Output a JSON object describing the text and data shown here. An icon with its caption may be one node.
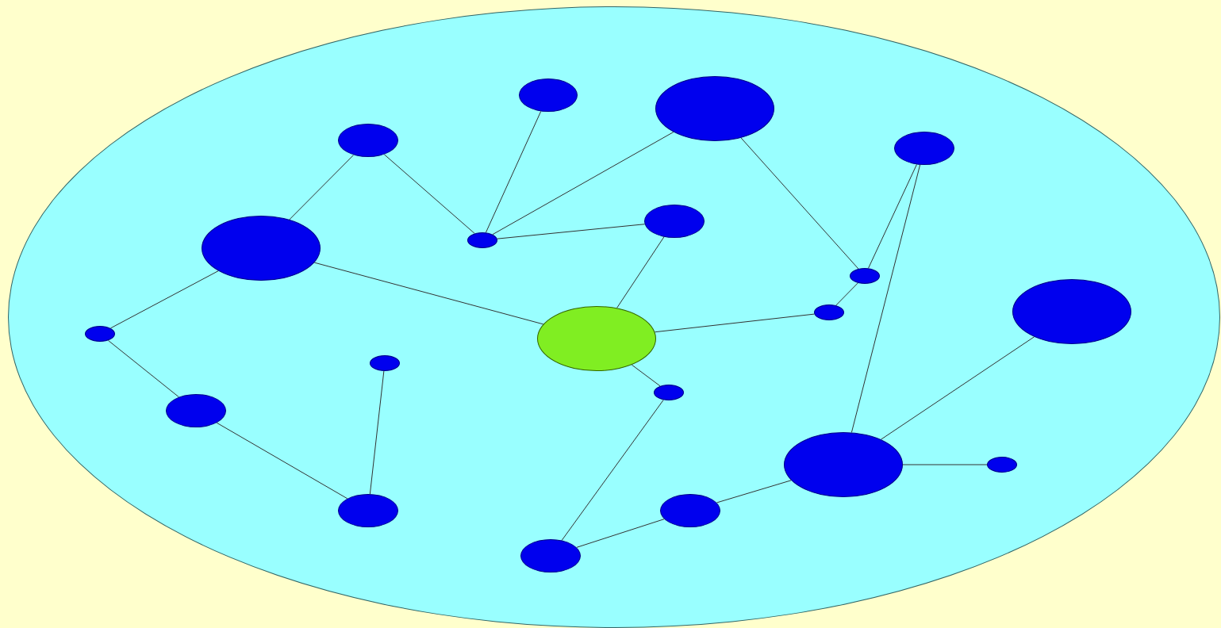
{
  "diagram": {
    "nodes": [
      {
        "text": [],
        "shape": "ellipse"
      },
      {
        "text": [],
        "shape": "ellipse",
        "in": 0
      },
      {
        "text": [],
        "shape": "ellipse",
        "in": 0
      },
      {
        "text": [],
        "shape": "ellipse",
        "in": 0
      },
      {
        "text": [],
        "shape": "ellipse",
        "in": 0
      },
      {
        "text": [],
        "shape": "ellipse",
        "in": 0
      },
      {
        "text": [],
        "shape": "ellipse",
        "in": 0
      },
      {
        "text": [],
        "shape": "ellipse",
        "in": 0
      },
      {
        "text": [],
        "shape": "ellipse",
        "in": 0
      },
      {
        "text": [],
        "shape": "ellipse",
        "in": 0
      },
      {
        "text": [],
        "shape": "ellipse",
        "in": 0
      },
      {
        "text": [],
        "shape": "ellipse",
        "in": 0
      },
      {
        "text": [],
        "shape": "ellipse",
        "in": 0
      },
      {
        "text": [],
        "shape": "ellipse",
        "in": 0
      },
      {
        "text": [],
        "shape": "ellipse",
        "in": 0
      },
      {
        "text": [],
        "shape": "ellipse",
        "in": 0
      },
      {
        "text": [],
        "shape": "ellipse",
        "in": 0
      },
      {
        "text": [],
        "shape": "ellipse",
        "in": 0
      },
      {
        "text": [],
        "shape": "ellipse",
        "in": 0
      },
      {
        "text": [],
        "shape": "ellipse",
        "in": 0
      },
      {
        "text": [],
        "shape": "ellipse",
        "in": 0
      }
    ],
    "edges": [
      {
        "from": 3,
        "to": 6,
        "arrow": "none"
      },
      {
        "from": 3,
        "to": 7,
        "arrow": "none"
      },
      {
        "from": 1,
        "to": 7,
        "arrow": "none"
      },
      {
        "from": 2,
        "to": 7,
        "arrow": "none"
      },
      {
        "from": 7,
        "to": 5,
        "arrow": "none"
      },
      {
        "from": 2,
        "to": 8,
        "arrow": "none"
      },
      {
        "from": 4,
        "to": 8,
        "arrow": "none"
      },
      {
        "from": 8,
        "to": 10,
        "arrow": "none"
      },
      {
        "from": 4,
        "to": 16,
        "arrow": "none"
      },
      {
        "from": 9,
        "to": 16,
        "arrow": "none"
      },
      {
        "from": 6,
        "to": 12,
        "arrow": "none"
      },
      {
        "from": 6,
        "to": 11,
        "arrow": "none"
      },
      {
        "from": 11,
        "to": 15,
        "arrow": "none"
      },
      {
        "from": 5,
        "to": 12,
        "arrow": "none"
      },
      {
        "from": 12,
        "to": 10,
        "arrow": "none"
      },
      {
        "from": 12,
        "to": 14,
        "arrow": "none"
      },
      {
        "from": 14,
        "to": 20,
        "arrow": "none"
      },
      {
        "from": 20,
        "to": 18,
        "arrow": "none"
      },
      {
        "from": 18,
        "to": 16,
        "arrow": "none"
      },
      {
        "from": 16,
        "to": 17,
        "arrow": "none"
      },
      {
        "from": 15,
        "to": 19,
        "arrow": "none"
      },
      {
        "from": 13,
        "to": 19,
        "arrow": "none"
      }
    ]
  }
}
